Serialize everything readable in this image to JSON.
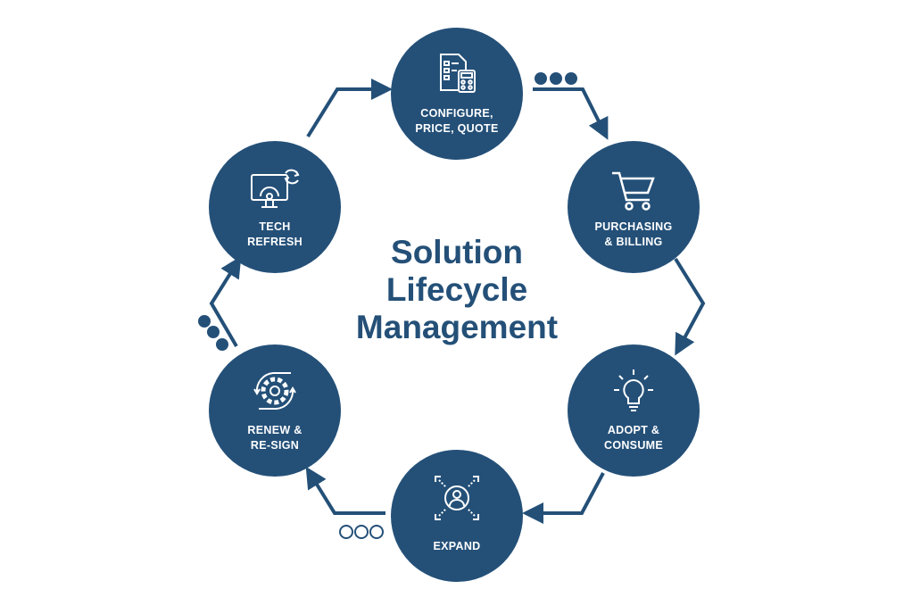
{
  "title": [
    "Solution",
    "Lifecycle",
    "Management"
  ],
  "colors": {
    "primary": "#245078",
    "background": "#ffffff"
  },
  "nodes": [
    {
      "id": "cpq",
      "label1": "CONFIGURE,",
      "label2": "PRICE, QUOTE",
      "icon": "document-calculator-icon"
    },
    {
      "id": "purchasing",
      "label1": "PURCHASING",
      "label2": "& BILLING",
      "icon": "shopping-cart-icon"
    },
    {
      "id": "adopt",
      "label1": "ADOPT &",
      "label2": "CONSUME",
      "icon": "lightbulb-icon"
    },
    {
      "id": "expand",
      "label1": "EXPAND",
      "label2": "",
      "icon": "user-expand-icon"
    },
    {
      "id": "renew",
      "label1": "RENEW &",
      "label2": "RE-SIGN",
      "icon": "gear-cycle-icon"
    },
    {
      "id": "tech",
      "label1": "TECH",
      "label2": "REFRESH",
      "icon": "monitor-gear-refresh-icon"
    }
  ]
}
